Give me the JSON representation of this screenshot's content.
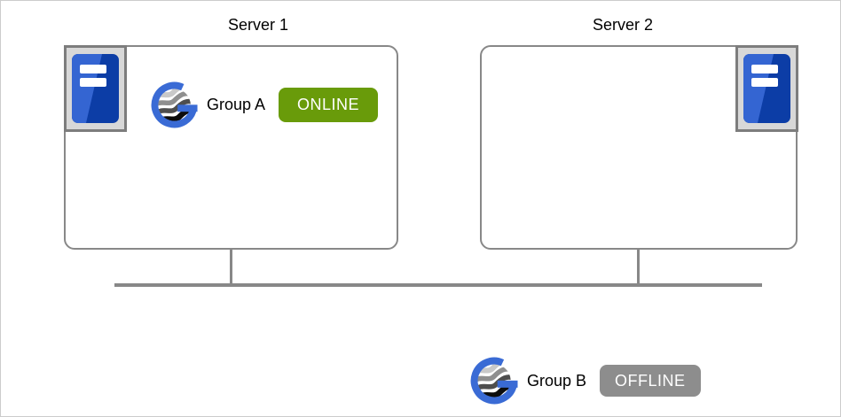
{
  "diagram": {
    "servers": [
      {
        "label": "Server 1"
      },
      {
        "label": "Server 2"
      }
    ],
    "groups": [
      {
        "label": "Group A",
        "status": "ONLINE",
        "status_color": "#699b0a",
        "location": "Server 1"
      },
      {
        "label": "Group B",
        "status": "OFFLINE",
        "status_color": "#8d8d8d",
        "location": "network (not on a server)"
      }
    ],
    "icons": {
      "rack_icon": "server-rack-icon",
      "group_logo": "group-globe-g-icon"
    },
    "colors": {
      "box_border": "#888888",
      "network_line": "#888888",
      "rack_frame": "#7d7d7d",
      "rack_bg": "#d8d8d8",
      "rack_blue_light": "#3465d2",
      "rack_blue_dark": "#0c3da6",
      "logo_blue": "#3a6bd5",
      "online_badge": "#699b0a",
      "offline_badge": "#8d8d8d"
    }
  }
}
